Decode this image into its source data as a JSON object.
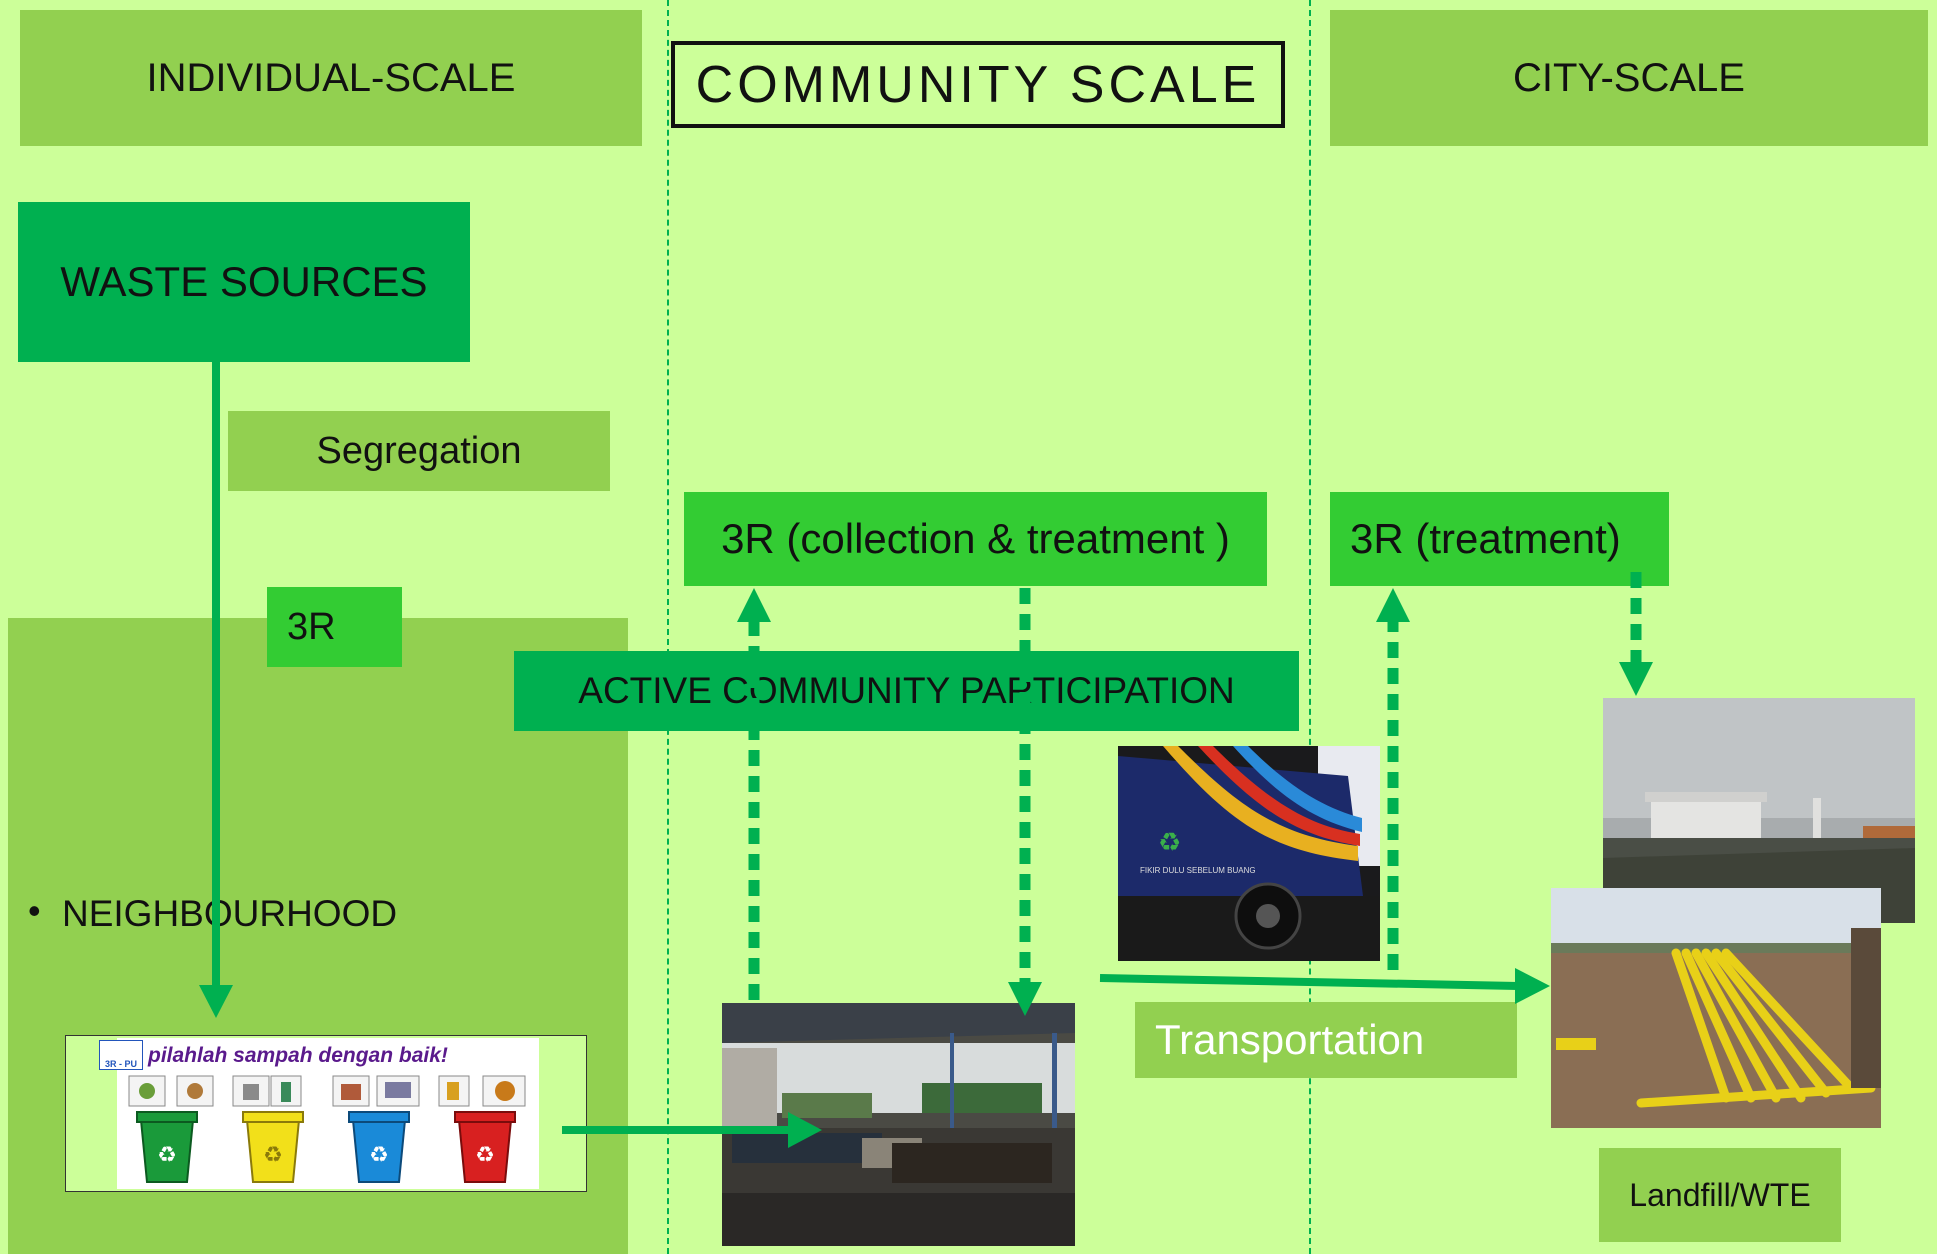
{
  "columns": {
    "individual": "INDIVIDUAL-SCALE",
    "community": "COMMUNITY SCALE",
    "city": "CITY-SCALE"
  },
  "nodes": {
    "waste_sources": "WASTE SOURCES",
    "segregation": "Segregation",
    "three_r": "3R",
    "neighbourhood": "NEIGHBOURHOOD",
    "three_r_collection": "3R (collection & treatment )",
    "three_r_treatment": "3R (treatment)",
    "active_participation": "ACTIVE COMMUNITY PARTICIPATION",
    "transportation": "Transportation",
    "landfill": "Landfill/WTE"
  },
  "poster": {
    "caption": "pilahlah sampah dengan baik!",
    "logo": "3R - PU"
  },
  "truck": {
    "slogan": "FIKIR DULU SEBELUM BUANG"
  },
  "colors": {
    "background": "#ccff99",
    "light_box": "#92d050",
    "dark_box": "#00b050",
    "bright_box": "#33cc33",
    "arrow": "#00b050"
  }
}
